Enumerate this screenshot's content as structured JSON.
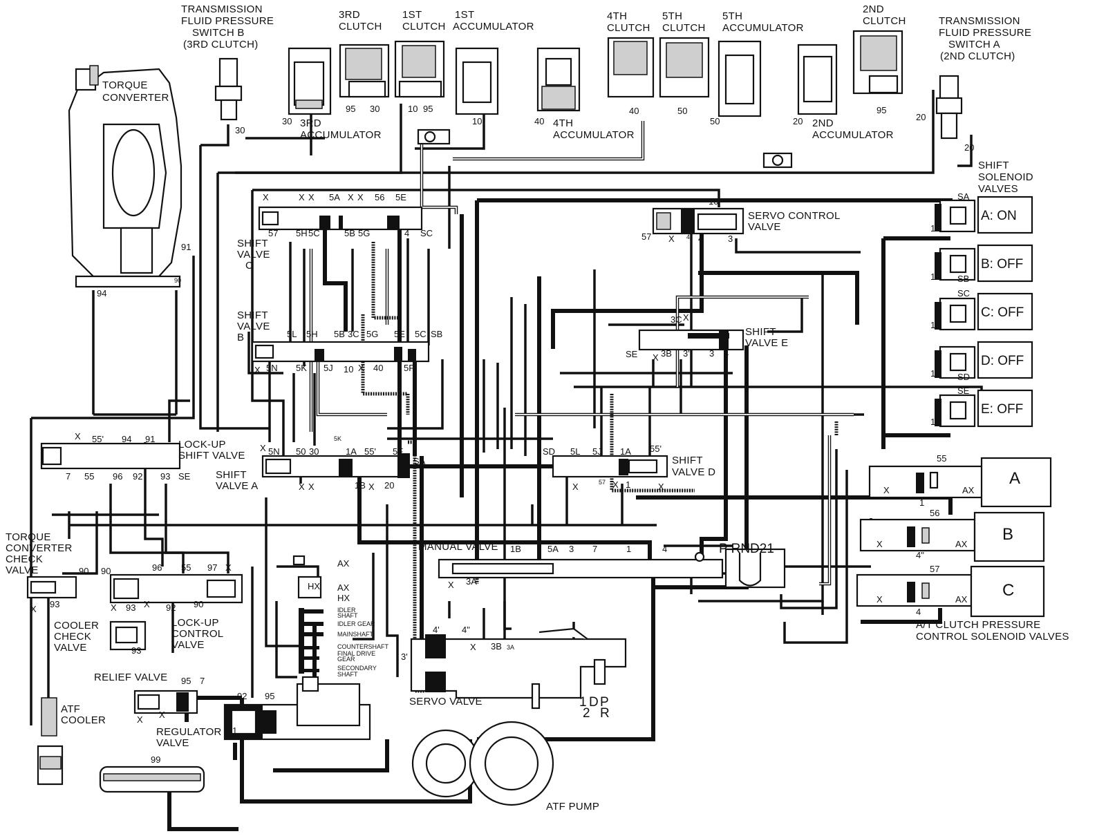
{
  "labels": {
    "switch_b": [
      "TRANSMISSION",
      "FLUID PRESSURE",
      "SWITCH B",
      "(3RD CLUTCH)"
    ],
    "switch_a": [
      "TRANSMISSION",
      "FLUID PRESSURE",
      "SWITCH A",
      "(2ND CLUTCH)"
    ],
    "clutch_3rd": [
      "3RD",
      "CLUTCH"
    ],
    "clutch_1st": [
      "1ST",
      "CLUTCH"
    ],
    "acc_1st": [
      "1ST",
      "ACCUMULATOR"
    ],
    "clutch_4th": [
      "4TH",
      "CLUTCH"
    ],
    "clutch_5th": [
      "5TH",
      "CLUTCH"
    ],
    "acc_5th": [
      "5TH",
      "ACCUMULATOR"
    ],
    "clutch_2nd": [
      "2ND",
      "CLUTCH"
    ],
    "acc_3rd": [
      "3RD",
      "ACCUMULATOR"
    ],
    "acc_4th": [
      "4TH",
      "ACCUMULATOR"
    ],
    "acc_2nd": [
      "2ND",
      "ACCUMULATOR"
    ],
    "torque_converter": [
      "TORQUE",
      "CONVERTER"
    ],
    "shift_solenoid_valves": [
      "SHIFT",
      "SOLENOID",
      "VALVES"
    ],
    "servo_control_valve": [
      "SERVO CONTROL",
      "VALVE"
    ],
    "shift_valve_c": [
      "SHIFT",
      "VALVE",
      "C"
    ],
    "shift_valve_b": [
      "SHIFT",
      "VALVE",
      "B"
    ],
    "shift_valve_e": [
      "SHIFT",
      "VALVE E"
    ],
    "shift_valve_a": [
      "SHIFT",
      "VALVE A"
    ],
    "shift_valve_d": [
      "SHIFT",
      "VALVE D"
    ],
    "lockup_shift_valve": [
      "LOCK-UP",
      "SHIFT VALVE"
    ],
    "tc_check_valve": [
      "TORQUE",
      "CONVERTER",
      "CHECK",
      "VALVE"
    ],
    "cooler_check_valve": [
      "COOLER",
      "CHECK",
      "VALVE"
    ],
    "lockup_control_valve": [
      "LOCK-UP",
      "CONTROL",
      "VALVE"
    ],
    "manual_valve": "MANUAL VALVE",
    "prnd21": "P RND21",
    "relief_valve": "RELIEF VALVE",
    "atf_cooler": [
      "ATF",
      "COOLER"
    ],
    "regulator_valve": [
      "REGULATOR",
      "VALVE"
    ],
    "servo_valve": "SERVO VALVE",
    "atf_pump": "ATF PUMP",
    "ac_pressure_solenoids": [
      "A/T CLUTCH PRESSURE",
      "CONTROL SOLENOID VALVES"
    ],
    "lube": [
      "IDLER",
      "SHAFT",
      "IDLER GEAR",
      "MAINSHAFT",
      "COUNTERSHAFT",
      "FINAL DRIVE",
      "GEAR",
      "SECONDARY",
      "SHAFT"
    ],
    "servo_pos": [
      "1",
      "D",
      "2",
      "P",
      "R"
    ]
  },
  "solenoids": [
    {
      "id": "SA",
      "state": "A: ON"
    },
    {
      "id": "SB",
      "state": "B: OFF"
    },
    {
      "id": "SC",
      "state": "C: OFF"
    },
    {
      "id": "SD",
      "state": "D: OFF"
    },
    {
      "id": "SE",
      "state": "E: OFF"
    }
  ],
  "clutch_solenoids": [
    {
      "letter": "A",
      "port": "55",
      "out": "1"
    },
    {
      "letter": "B",
      "port": "56",
      "out": "4\""
    },
    {
      "letter": "C",
      "port": "57",
      "out": "4"
    }
  ],
  "ports": {
    "top": [
      "30",
      "30",
      "95",
      "30",
      "10",
      "95",
      "10",
      "40",
      "40",
      "50",
      "50",
      "20",
      "95",
      "20",
      "20"
    ],
    "svc": [
      "X",
      "X",
      "X",
      "5A",
      "X",
      "X",
      "56",
      "5E",
      "57",
      "5H",
      "5C",
      "5B",
      "5G",
      "4",
      "SC"
    ],
    "svb": [
      "5L",
      "5H",
      "5B",
      "3C",
      "5G",
      "5E",
      "5C",
      "SB",
      "X",
      "5N",
      "5K",
      "5J",
      "10",
      "X",
      "40",
      "5F"
    ],
    "sve": [
      "3C",
      "X",
      "SE",
      "X",
      "3B",
      "3'",
      "3",
      "4"
    ],
    "servo_ctrl": [
      "10",
      "57",
      "X",
      "4'",
      "4",
      "3"
    ],
    "lockup": [
      "X",
      "55'",
      "94",
      "91",
      "7",
      "55",
      "96",
      "92",
      "93",
      "SE"
    ],
    "sva": [
      "X",
      "5N",
      "50",
      "30",
      "1A",
      "55'",
      "5F",
      "SA",
      "X",
      "X",
      "1B",
      "X",
      "20",
      "5K"
    ],
    "svd": [
      "SD",
      "5L",
      "5J",
      "1A",
      "55'",
      "X",
      "57",
      "X",
      "1",
      "X"
    ],
    "manual": [
      "1B",
      "5A",
      "3",
      "7",
      "1",
      "4",
      "X",
      "3A"
    ],
    "lockup_ctrl": [
      "90",
      "90",
      "96",
      "55",
      "97",
      "X",
      "X",
      "93",
      "X",
      "92",
      "90",
      "93",
      "X",
      "93"
    ],
    "misc": [
      "91",
      "90",
      "94",
      "95",
      "7",
      "X",
      "X",
      "92",
      "95",
      "1",
      "1",
      "99",
      "AX",
      "HX",
      "AX",
      "HX",
      "3'",
      "4'",
      "4\"",
      "X",
      "3B",
      "3A",
      "1",
      "1",
      "1",
      "1",
      "1",
      "X",
      "AX",
      "X",
      "AX",
      "X",
      "AX"
    ]
  }
}
